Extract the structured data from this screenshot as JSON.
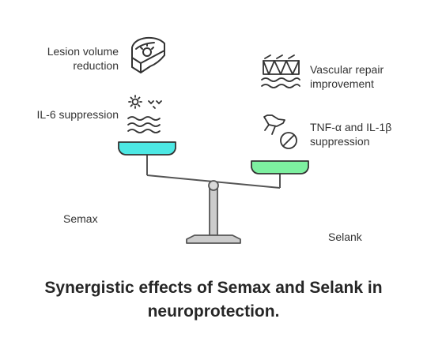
{
  "left_pan": {
    "name": "Semax",
    "color": "#4de8e4",
    "items": [
      {
        "label_line1": "Lesion volume",
        "label_line2": "reduction",
        "icon": "brain-lesion-icon"
      },
      {
        "label": "IL-6 suppression",
        "icon": "sun-waves-icon"
      }
    ]
  },
  "right_pan": {
    "name": "Selank",
    "color": "#7df0a0",
    "items": [
      {
        "label_line1": "Vascular repair",
        "label_line2": "improvement",
        "icon": "vessel-waves-icon"
      },
      {
        "label_line1": "TNF-α and IL-1β",
        "label_line2": "suppression",
        "icon": "blocked-plane-icon"
      }
    ]
  },
  "title_line1": "Synergistic effects of Semax and Selank in",
  "title_line2": "neuroprotection."
}
